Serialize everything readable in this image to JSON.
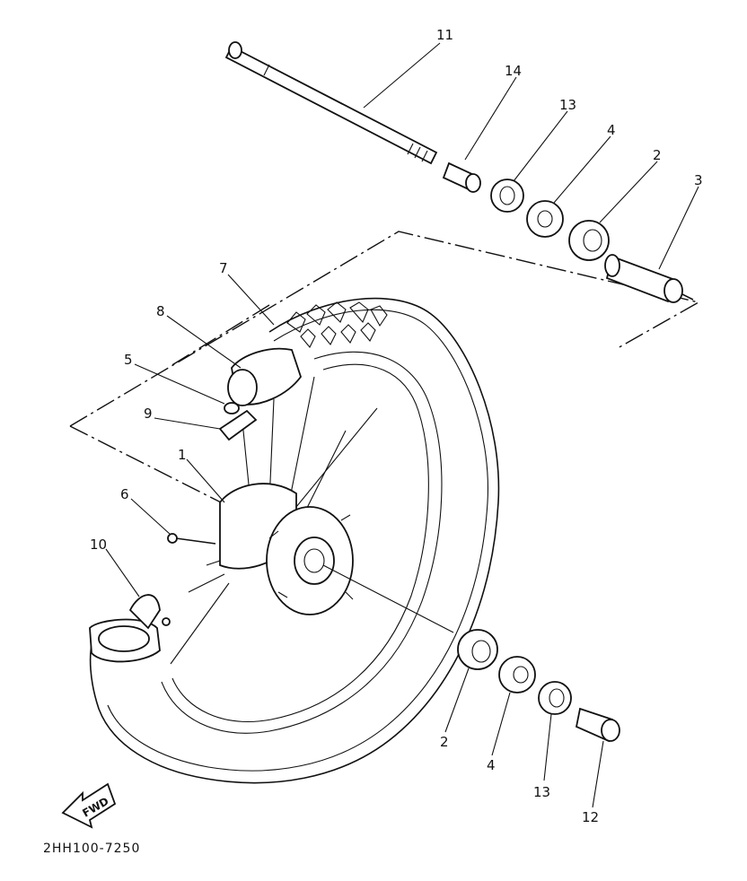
{
  "diagram": {
    "part_code": "2HH100-7250",
    "fwd_label": "FWD",
    "callouts": {
      "c1": "1",
      "c2a": "2",
      "c2b": "2",
      "c3": "3",
      "c4a": "4",
      "c4b": "4",
      "c5": "5",
      "c6": "6",
      "c7": "7",
      "c8": "8",
      "c9": "9",
      "c10": "10",
      "c11": "11",
      "c12": "12",
      "c13a": "13",
      "c13b": "13",
      "c14": "14"
    }
  }
}
